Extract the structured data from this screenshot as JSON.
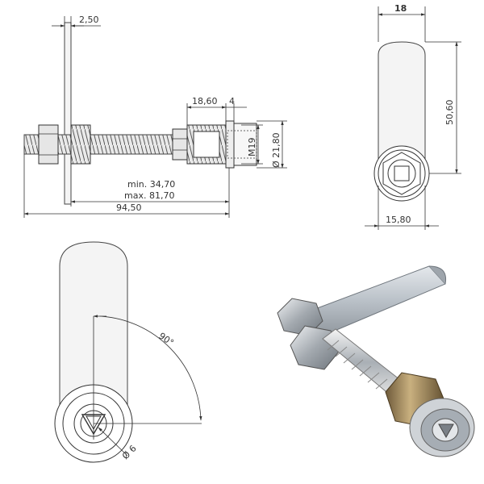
{
  "drawing": {
    "side_view": {
      "dim_cam_thickness": "2,50",
      "dim_thread_length": "18,60",
      "dim_nut_gap": "4",
      "dim_thread": "M19",
      "dim_diameter": "Ø 21,80",
      "dim_min": "min. 34,70",
      "dim_max": "max. 81,70",
      "dim_total": "94,50"
    },
    "front_view": {
      "dim_width": "18",
      "dim_height": "50,60",
      "dim_bottom": "15,80"
    },
    "rotation_view": {
      "angle": "90°",
      "key_size": "Ø 6"
    }
  },
  "colors": {
    "line": "#333333",
    "metal_light": "#d8dde3",
    "metal_dark": "#7d848c",
    "brass": "#a48a5a"
  }
}
